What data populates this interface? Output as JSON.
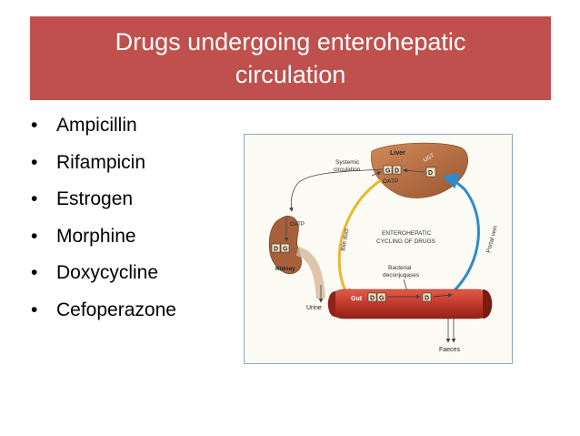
{
  "slide": {
    "title_line1": "Drugs undergoing enterohepatic",
    "title_line2": "circulation",
    "bullet_glyph": "•",
    "bullets": [
      "Ampicillin",
      "Rifampicin",
      "Estrogen",
      "Morphine",
      "Doxycycline",
      "Cefoperazone"
    ]
  },
  "figure": {
    "liver": "Liver",
    "systemic1": "Systemic",
    "systemic2": "circulation",
    "oatp": "OATP",
    "ugt": "UGT",
    "g": "G",
    "d": "D",
    "kidney": "Kidney",
    "bile_duct": "Bile duct",
    "portal_vein": "Portal vein",
    "cycle1": "ENTEROHEPATIC",
    "cycle2": "CYCLING OF DRUGS",
    "bact1": "Bacterial",
    "bact2": "deconjugases",
    "urine": "Urine",
    "gut": "Gut",
    "faeces": "Faeces"
  },
  "colors": {
    "title_bg": "#c0504d",
    "liver": "#b86a3c",
    "kidney": "#a8603c",
    "gut": "#c0392b",
    "bile": "#e8b830",
    "portal": "#2e8bc9"
  }
}
